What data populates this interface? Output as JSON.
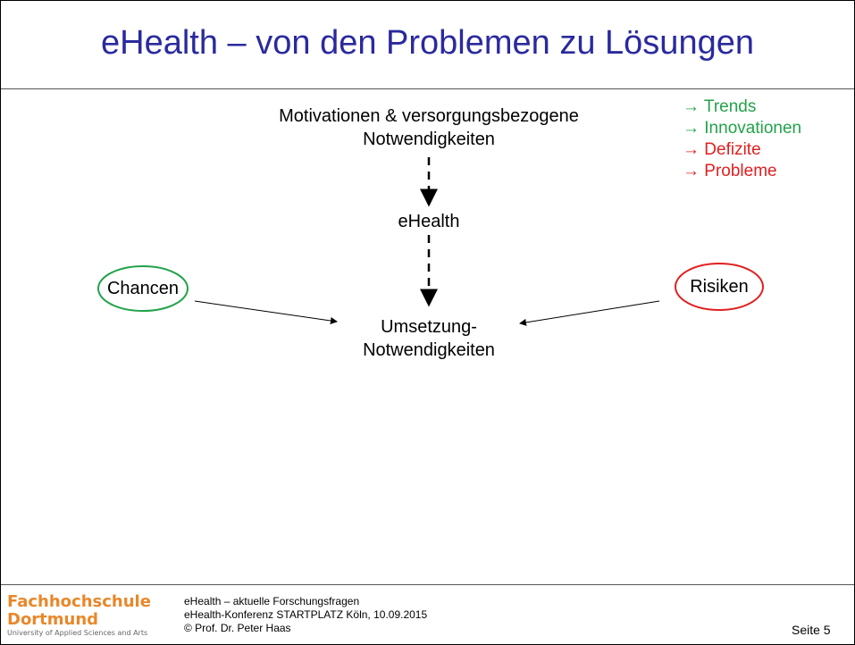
{
  "slide": {
    "title": "eHealth – von den Problemen zu Lösungen"
  },
  "diagram": {
    "motivation_line1": "Motivationen & versorgungsbezogene",
    "motivation_line2": "Notwendigkeiten",
    "ehealth": "eHealth",
    "umsetzung_line1": "Umsetzung-",
    "umsetzung_line2": "Notwendigkeiten",
    "chancen": "Chancen",
    "risiken": "Risiken"
  },
  "legend": {
    "items": [
      {
        "text": "→ Trends",
        "color": "#22a34a"
      },
      {
        "text": "→ Innovationen",
        "color": "#22a34a"
      },
      {
        "text": "→ Defizite",
        "color": "#e02020"
      },
      {
        "text": "→ Probleme",
        "color": "#e02020"
      }
    ]
  },
  "footer": {
    "logo_line1": "Fachhochschule",
    "logo_line2": "Dortmund",
    "logo_line3": "University of Applied Sciences and Arts",
    "line1": "eHealth – aktuelle Forschungsfragen",
    "line2": "eHealth-Konferenz STARTPLATZ Köln, 10.09.2015",
    "line3": "© Prof. Dr. Peter Haas",
    "page": "Seite 5"
  },
  "colors": {
    "title": "#2a2a9e",
    "chancen_ellipse": "#22a34a",
    "risiken_ellipse": "#e02020",
    "logo": "#e8882a"
  }
}
